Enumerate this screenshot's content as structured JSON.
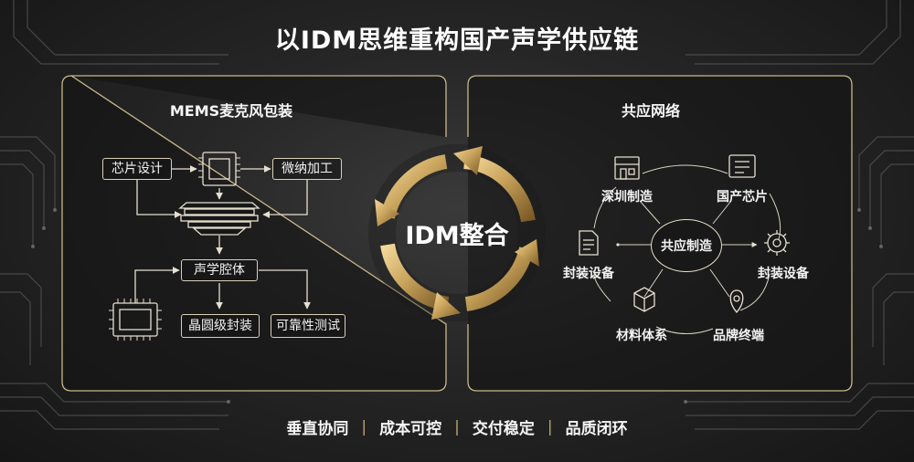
{
  "title": "以IDM思维重构国产声学供应链",
  "left_panel": {
    "title": "MEMS麦克风包装",
    "boxes": {
      "chip_design": "芯片设计",
      "micro_nano": "微纳加工",
      "acoustic_cavity": "声学腔体",
      "wafer_packaging": "晶圆级封装",
      "reliability_test": "可靠性测试"
    }
  },
  "center": {
    "label": "IDM整合"
  },
  "right_panel": {
    "title": "共应网络",
    "center_label": "共应制造",
    "nodes": {
      "shenzhen": "深圳制造",
      "domestic_chip": "国产芯片",
      "packaging_left": "封装设备",
      "packaging_right": "封装设备",
      "materials": "材料体系",
      "brand": "品牌终端"
    }
  },
  "footer": {
    "items": [
      "垂直协同",
      "成本可控",
      "交付稳定",
      "品质闭环"
    ],
    "separator": "|"
  },
  "colors": {
    "gold": "#c9a45c",
    "line": "#d9d0b8",
    "background": "#262626"
  }
}
